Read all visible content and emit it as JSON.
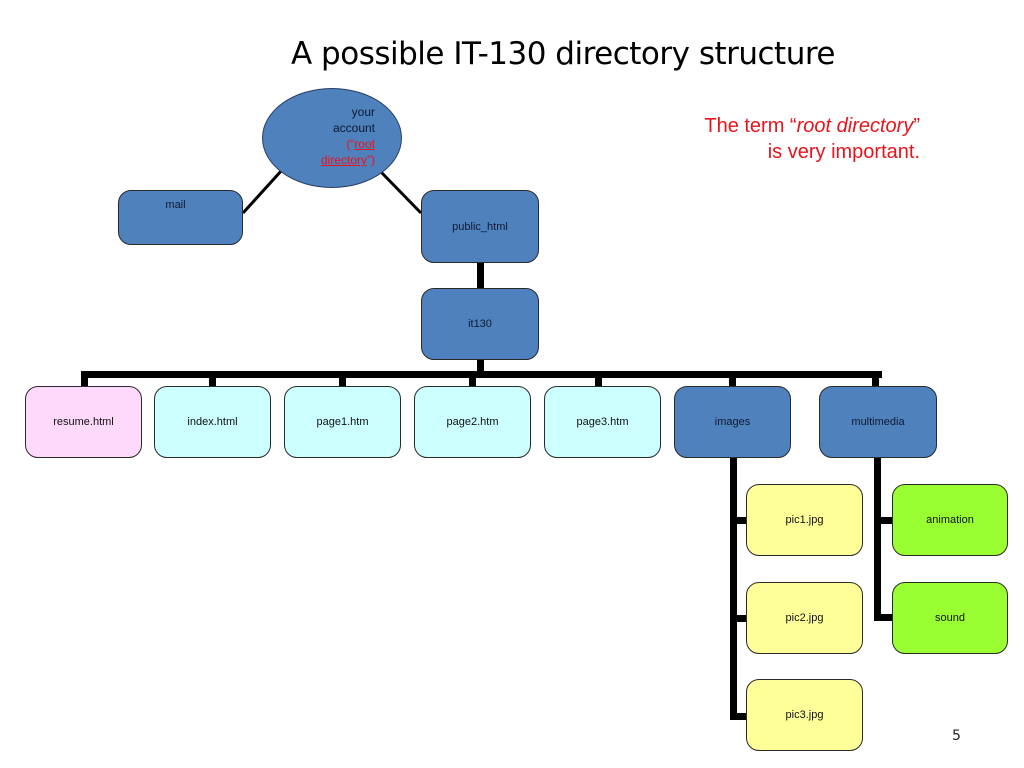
{
  "slide": {
    "title": "A possible IT-130 directory structure",
    "page_number": "5",
    "note": {
      "prefix": "The term “",
      "emphasis": "root directory",
      "suffix": "”",
      "line2": "is very important."
    }
  },
  "tree": {
    "root": {
      "line1": "your",
      "line2": "account",
      "open": "(“",
      "link1": "root",
      "link2": "directory",
      "close": "”)"
    },
    "mail": "mail",
    "public_html": "public_html",
    "it130": "it130",
    "it130_children": [
      "resume.html",
      "index.html",
      "page1.htm",
      "page2.htm",
      "page3.htm",
      "images",
      "multimedia"
    ],
    "images_children": [
      "pic1.jpg",
      "pic2.jpg",
      "pic3.jpg"
    ],
    "multimedia_children": [
      "animation",
      "sound"
    ]
  },
  "colors": {
    "folder": "#4f81bd",
    "resume": "#ffd9fb",
    "html_page": "#ccffff",
    "image_file": "#ffff99",
    "media_file": "#99ff33",
    "note_text": "#e8141c"
  }
}
